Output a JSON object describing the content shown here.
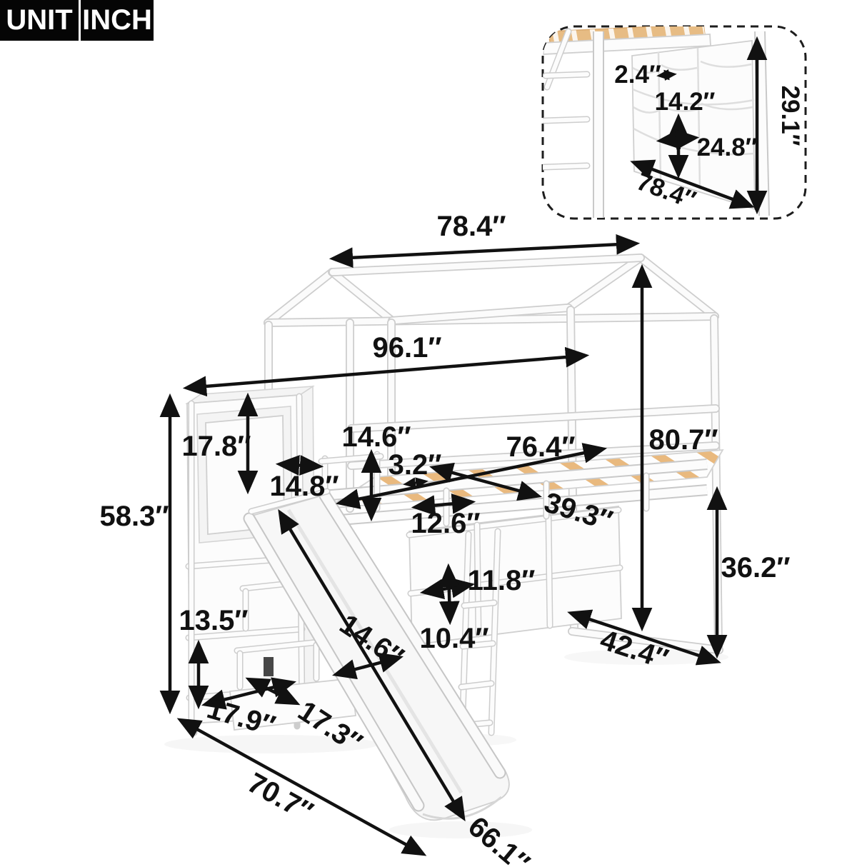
{
  "badge": {
    "unit": "UNIT",
    "inch": "INCH"
  },
  "main_view": {
    "dimensions": {
      "roof_width": "78.4″",
      "total_length": "96.1″",
      "headboard_height": "17.8″",
      "tower_height": "58.3″",
      "tower_gap": "14.8″",
      "guardrail_height": "14.6″",
      "slat_width": "3.2″",
      "bed_length": "76.4″",
      "bed_width": "39.3″",
      "overall_height": "80.7″",
      "rail_section": "12.6″",
      "cubby_width": "11.8″",
      "cubby_height": "10.4″",
      "foot_frame_width": "42.4″",
      "under_bed_clearance": "36.2″",
      "shelf_spacing": "13.5″",
      "base_depth": "17.9″",
      "base_width": "17.3″",
      "footprint_depth": "70.7″",
      "slide_length": "66.1″",
      "slide_width": "14.6″"
    }
  },
  "inset_view": {
    "dimensions": {
      "pocket_gap": "2.4″",
      "pocket_height": "14.2″",
      "pocket_width": "24.8″",
      "storage_height": "29.1″",
      "storage_width": "78.4″"
    }
  },
  "colors": {
    "dimension_ink": "#111111",
    "badge_background": "#050505",
    "badge_text": "#ffffff",
    "wood_slat": "#e9b97e",
    "frame_fill": "#fbfbfb",
    "frame_outline": "#cdcdcd"
  }
}
